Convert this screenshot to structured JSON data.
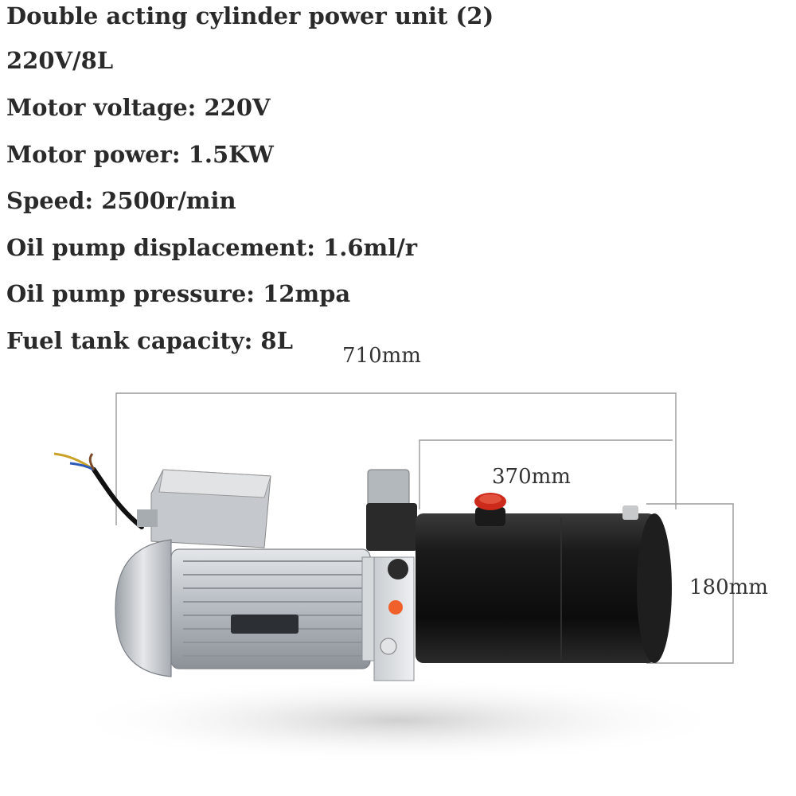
{
  "specs": {
    "title": "Double acting cylinder power unit (2)",
    "model": "220V/8L",
    "motor_voltage": "Motor voltage: 220V",
    "motor_power": "Motor power: 1.5KW",
    "speed": "Speed: 2500r/min",
    "pump_displacement": "Oil pump displacement: 1.6ml/r",
    "pump_pressure": "Oil pump pressure: 12mpa",
    "tank_capacity": "Fuel tank capacity: 8L"
  },
  "dimensions": {
    "overall_length": "710mm",
    "tank_length": "370mm",
    "tank_diameter": "180mm"
  },
  "colors": {
    "text": "#2a2a2a",
    "motor_body": "#b9bec4",
    "tank": "#141414",
    "cap": "#cc2a1a",
    "accent_orange": "#f0602a"
  }
}
